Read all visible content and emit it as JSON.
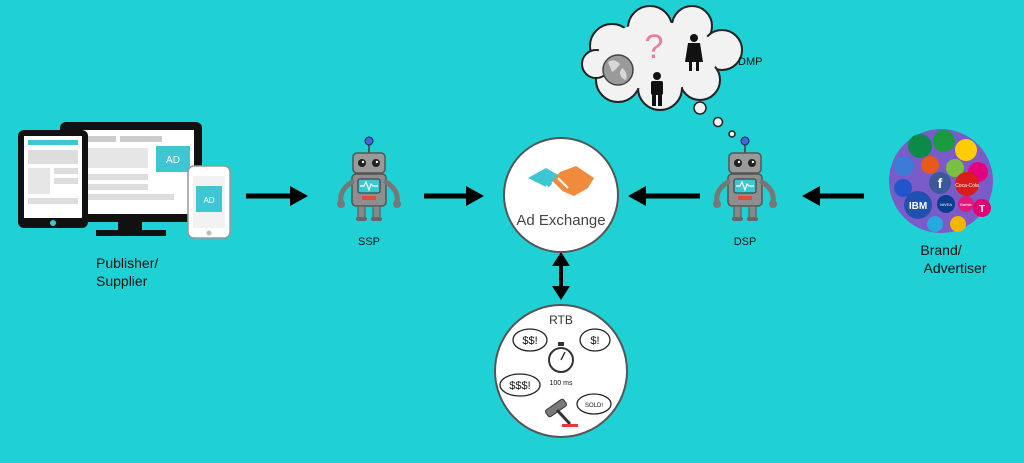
{
  "colors": {
    "background": "#1fd0d5",
    "arrow": "#000000",
    "robot_body": "#8a8a8a",
    "robot_screen": "#3ec6d3",
    "bubble_red": "#e33"
  },
  "publisher": {
    "label": "Publisher/\nSupplier",
    "ad_text": "AD"
  },
  "ssp": {
    "label": "SSP"
  },
  "exchange": {
    "label": "Ad Exchange"
  },
  "dsp": {
    "label": "DSP"
  },
  "dmp": {
    "label": "DMP"
  },
  "brand": {
    "label": "Brand/\nAdvertiser",
    "logo_texts": [
      "IBM",
      "f",
      "Coca-Cola",
      "T",
      "Barbie",
      "NIVEA"
    ]
  },
  "rtb": {
    "title": "RTB",
    "bubbles": [
      "$$!",
      "$!",
      "$$$!",
      "SOLD!"
    ],
    "timer_label": "100 ms"
  }
}
